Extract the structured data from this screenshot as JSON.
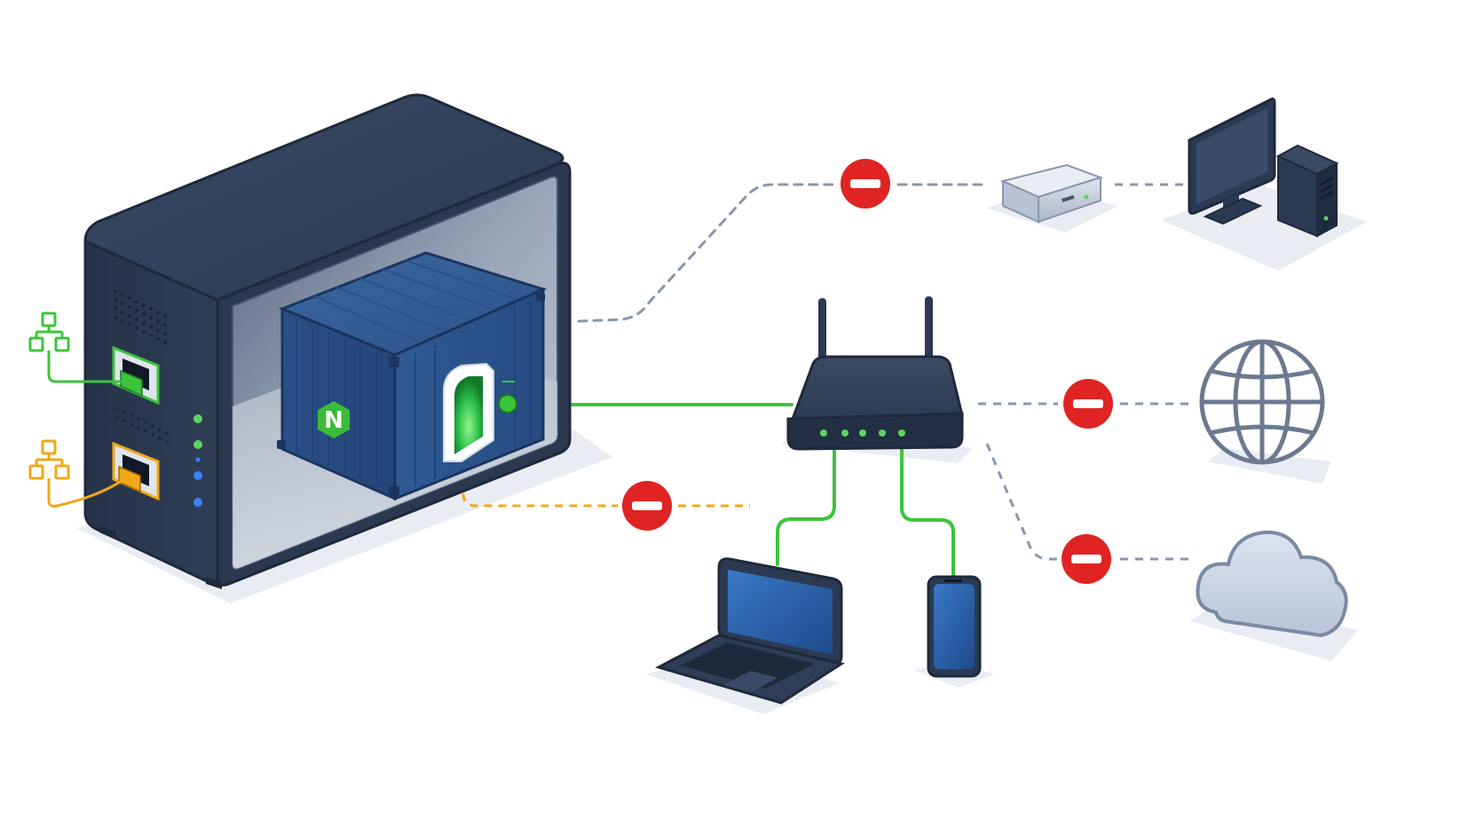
{
  "diagram": {
    "background": "#ffffff",
    "colors": {
      "server_body": "#2b3850",
      "server_edge": "#1e293b",
      "container_blue": "#2f5a94",
      "allowed_link": "#3dc43d",
      "secondary_link": "#f0a818",
      "blocked_link": "#8a96aa",
      "blocked_badge": "#e02424",
      "led_green": "#5fd35f",
      "led_blue": "#3b82f6",
      "device_dark": "#2b3a52",
      "screen_blue": "#2a5fa8",
      "globe_gray": "#6b7a90",
      "cloud_fill": "#c9d3e3"
    },
    "nodes": [
      {
        "id": "host-server",
        "icon": "server-icon"
      },
      {
        "id": "container",
        "icon": "shipping-container-icon",
        "logo_text": "N"
      },
      {
        "id": "wifi-router",
        "icon": "router-icon"
      },
      {
        "id": "laptop",
        "icon": "laptop-icon"
      },
      {
        "id": "smartphone",
        "icon": "smartphone-icon"
      },
      {
        "id": "nas-box",
        "icon": "nas-icon"
      },
      {
        "id": "desktop-pc",
        "icon": "desktop-computer-icon"
      },
      {
        "id": "internet",
        "icon": "globe-icon"
      },
      {
        "id": "cloud",
        "icon": "cloud-icon"
      },
      {
        "id": "lan-primary",
        "icon": "network-tree-icon"
      },
      {
        "id": "lan-secondary",
        "icon": "network-tree-icon"
      }
    ],
    "links": [
      {
        "from": "container",
        "to": "wifi-router",
        "state": "allowed"
      },
      {
        "from": "wifi-router",
        "to": "laptop",
        "state": "allowed"
      },
      {
        "from": "wifi-router",
        "to": "smartphone",
        "state": "allowed"
      },
      {
        "from": "lan-primary",
        "to": "host-server",
        "state": "allowed"
      },
      {
        "from": "lan-secondary",
        "to": "host-server",
        "state": "secondary"
      },
      {
        "from": "container",
        "to": "lan-secondary",
        "state": "blocked"
      },
      {
        "from": "host-server",
        "to": "nas-box",
        "state": "blocked"
      },
      {
        "from": "nas-box",
        "to": "desktop-pc",
        "state": "blocked"
      },
      {
        "from": "wifi-router",
        "to": "internet",
        "state": "blocked"
      },
      {
        "from": "wifi-router",
        "to": "cloud",
        "state": "blocked"
      }
    ]
  }
}
